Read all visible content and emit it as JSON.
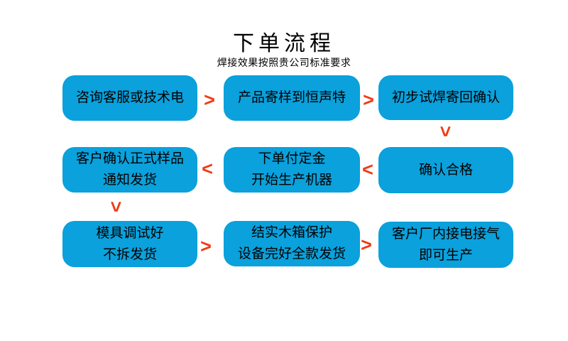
{
  "title": "下单流程",
  "subtitle": "焊接效果按照贵公司标准要求",
  "colors": {
    "background": "#ffffff",
    "box": "#0aa1dc",
    "text": "#000000",
    "arrow": "#f13a13"
  },
  "boxes": [
    {
      "name": "consult-service",
      "lines": [
        "咨询客服或技术电"
      ]
    },
    {
      "name": "send-sample",
      "lines": [
        "产品寄样到恒声特"
      ]
    },
    {
      "name": "trial-weld-return",
      "lines": [
        "初步试焊寄回确认"
      ]
    },
    {
      "name": "confirm-sample-ship",
      "lines": [
        "客户确认正式样品",
        "通知发货"
      ]
    },
    {
      "name": "order-deposit",
      "lines": [
        "下单付定金",
        "开始生产机器"
      ]
    },
    {
      "name": "confirm-qualified",
      "lines": [
        "确认合格"
      ]
    },
    {
      "name": "mold-ready",
      "lines": [
        "模具调试好",
        "不拆发货"
      ]
    },
    {
      "name": "wooden-crate-ship",
      "lines": [
        "结实木箱保护",
        "设备完好全款发货"
      ]
    },
    {
      "name": "customer-production",
      "lines": [
        "客户厂内接电接气",
        "即可生产"
      ]
    }
  ],
  "arrows": [
    {
      "glyph": ">",
      "direction": "right"
    },
    {
      "glyph": ">",
      "direction": "right"
    },
    {
      "glyph": ">",
      "direction": "down"
    },
    {
      "glyph": "<",
      "direction": "left"
    },
    {
      "glyph": "<",
      "direction": "left"
    },
    {
      "glyph": ">",
      "direction": "down"
    },
    {
      "glyph": ">",
      "direction": "right"
    },
    {
      "glyph": ">",
      "direction": "right"
    }
  ]
}
